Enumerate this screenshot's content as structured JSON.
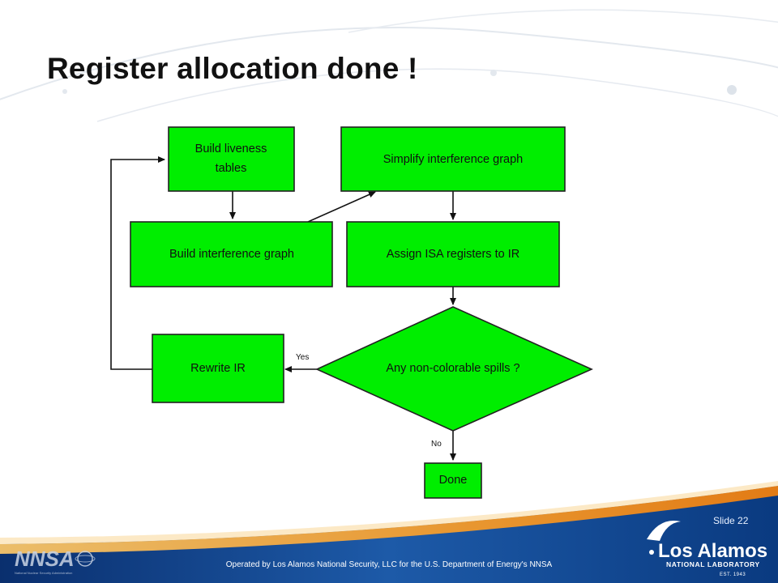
{
  "slide": {
    "title": "Register allocation done !",
    "slide_number": "Slide 22",
    "footer": "Operated by Los Alamos National Security, LLC for the U.S. Department of Energy's NNSA"
  },
  "flowchart": {
    "nodes": {
      "build_liveness_line1": "Build liveness",
      "build_liveness_line2": "tables",
      "simplify": "Simplify interference graph",
      "build_interference": "Build interference graph",
      "assign_isa": "Assign ISA registers to IR",
      "rewrite_ir": "Rewrite IR",
      "decision": "Any non-colorable spills ?",
      "done": "Done"
    },
    "edge_labels": {
      "yes": "Yes",
      "no": "No"
    }
  },
  "logos": {
    "nnsa_text": "NNSA",
    "nnsa_subtext": "National Nuclear Security Administration",
    "lanl_line1": "Los Alamos",
    "lanl_line2": "NATIONAL LABORATORY",
    "lanl_line3": "EST. 1943"
  },
  "colors": {
    "node_fill": "#00ee00",
    "footer_blue": "#0b3d86",
    "accent_orange": "#f08c1e"
  }
}
